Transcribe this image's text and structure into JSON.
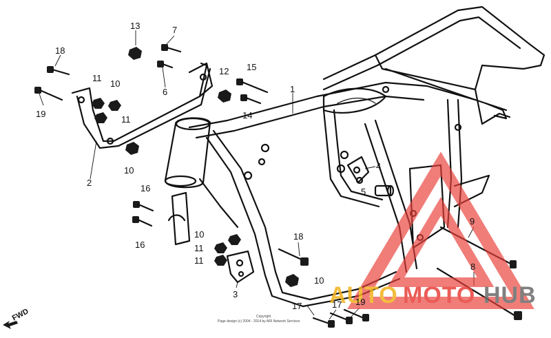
{
  "callouts": {
    "c1": "1",
    "c2": "2",
    "c3": "3",
    "c4": "4",
    "c5": "5",
    "c6": "6",
    "c7": "7",
    "c8": "8",
    "c9": "9",
    "c10a": "10",
    "c10b": "10",
    "c10c": "10",
    "c10d": "10",
    "c11a": "11",
    "c11b": "11",
    "c11c": "11",
    "c11d": "11",
    "c12": "12",
    "c13": "13",
    "c14": "14",
    "c15": "15",
    "c16a": "16",
    "c16b": "16",
    "c17a": "17",
    "c17b": "17",
    "c18a": "18",
    "c18b": "18",
    "c19a": "19",
    "c19b": "19"
  },
  "direction_label": "FWD",
  "watermark": {
    "text_auto": "AUTO",
    "text_moto": "MOTO",
    "text_hub": "HUB",
    "color_auto": "#f2b21c",
    "color_moto": "#e8403a",
    "color_hub": "#6b6b6b",
    "color_triangle": "#e8403a"
  },
  "copyright_line1": "Copyright",
  "copyright_line2": "Page design (c) 2004 - 2014 by ARI Network Services"
}
